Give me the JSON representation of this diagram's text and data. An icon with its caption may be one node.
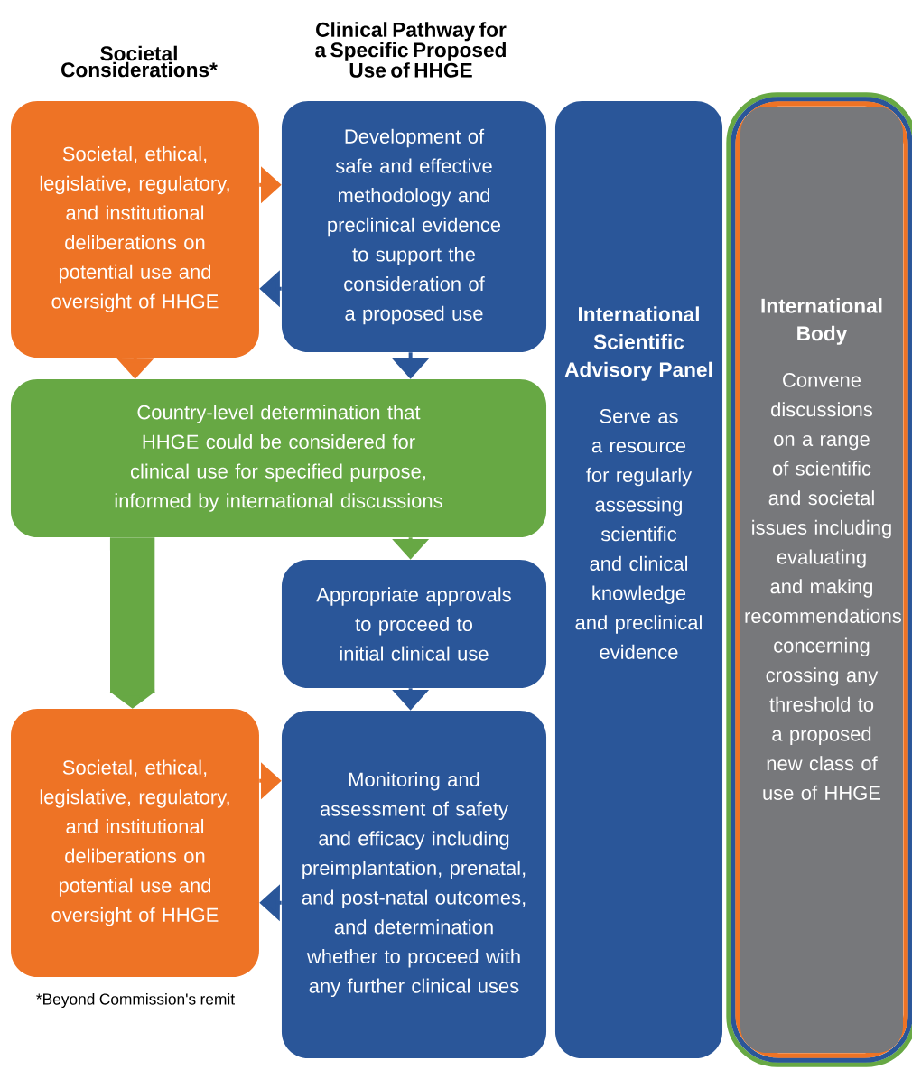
{
  "diagram": {
    "nodes": [
      {
        "text": [
          "Societal, ethical, legislative, regulatory, and institutional deliberations on potential use and oversight of HHGE"
        ]
      },
      {
        "text": [
          "Development of safe and effective methodology and preclinical evidence to support the consideration of a proposed use"
        ]
      },
      {
        "text": [
          "Country-level determination that HHGE could be considered for clinical use for specified purpose, informed by international discussions"
        ]
      },
      {
        "text": [
          "Appropriate approvals to proceed to initial clinical use"
        ]
      },
      {
        "text": [
          "Societal, ethical, legislative, regulatory, and institutional deliberations on potential use and oversight of HHGE"
        ]
      },
      {
        "text": [
          "Monitoring and assessment of safety and efficacy including preimplantation, prenatal, and post-natal outcomes, and determination whether to proceed with any further clinical uses"
        ]
      },
      {
        "text": [
          "International Scientific Advisory Panel",
          "Serve as a resource for regularly assessing scientific and clinical knowledge and preclinical evidence"
        ]
      },
      {
        "text": [
          "International Body",
          "Convene discussions on a range of scientific and societal issues including evaluating and making recommendations concerning crossing any threshold to a proposed new class of use of HHGE"
        ]
      }
    ],
    "edges": [
      {
        "from": 0,
        "to": 1,
        "arrow": "to",
        "color": "#ee7325"
      },
      {
        "from": 1,
        "to": 0,
        "arrow": "to"
      },
      {
        "from": 0,
        "to": 2,
        "arrow": "to",
        "color": "#ee7325"
      },
      {
        "from": 1,
        "to": 2,
        "arrow": "to"
      },
      {
        "from": 2,
        "to": 3,
        "arrow": "to",
        "color": "#67a844"
      },
      {
        "from": 2,
        "to": 4,
        "arrow": "to",
        "color": "#67a844",
        "style": "thick"
      },
      {
        "from": 3,
        "to": 5,
        "arrow": "to"
      },
      {
        "from": 4,
        "to": 5,
        "arrow": "to",
        "color": "#ee7325"
      },
      {
        "from": 5,
        "to": 4,
        "arrow": "to"
      }
    ],
    "labels": [
      "Societal Considerations*",
      "Clinical Pathway for a Specific Proposed Use of HHGE",
      "*Beyond Commission's remit"
    ]
  }
}
